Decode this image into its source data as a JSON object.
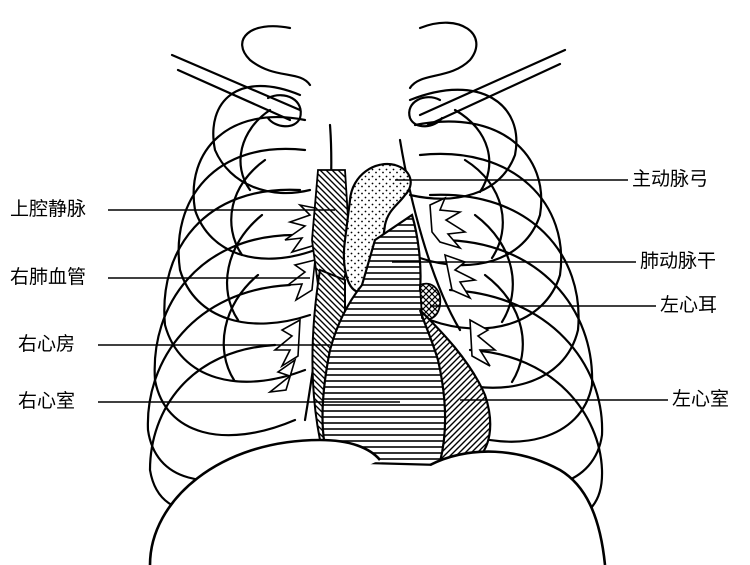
{
  "labels": {
    "superior_vena_cava": "上腔静脉",
    "right_pulmonary_vessels": "右肺血管",
    "right_atrium": "右心房",
    "right_ventricle": "右心室",
    "aortic_arch": "主动脉弓",
    "pulmonary_trunk": "肺动脉干",
    "left_auricle": "左心耳",
    "left_ventricle": "左心室"
  },
  "colors": {
    "ink": "#000000",
    "paper": "#ffffff"
  }
}
